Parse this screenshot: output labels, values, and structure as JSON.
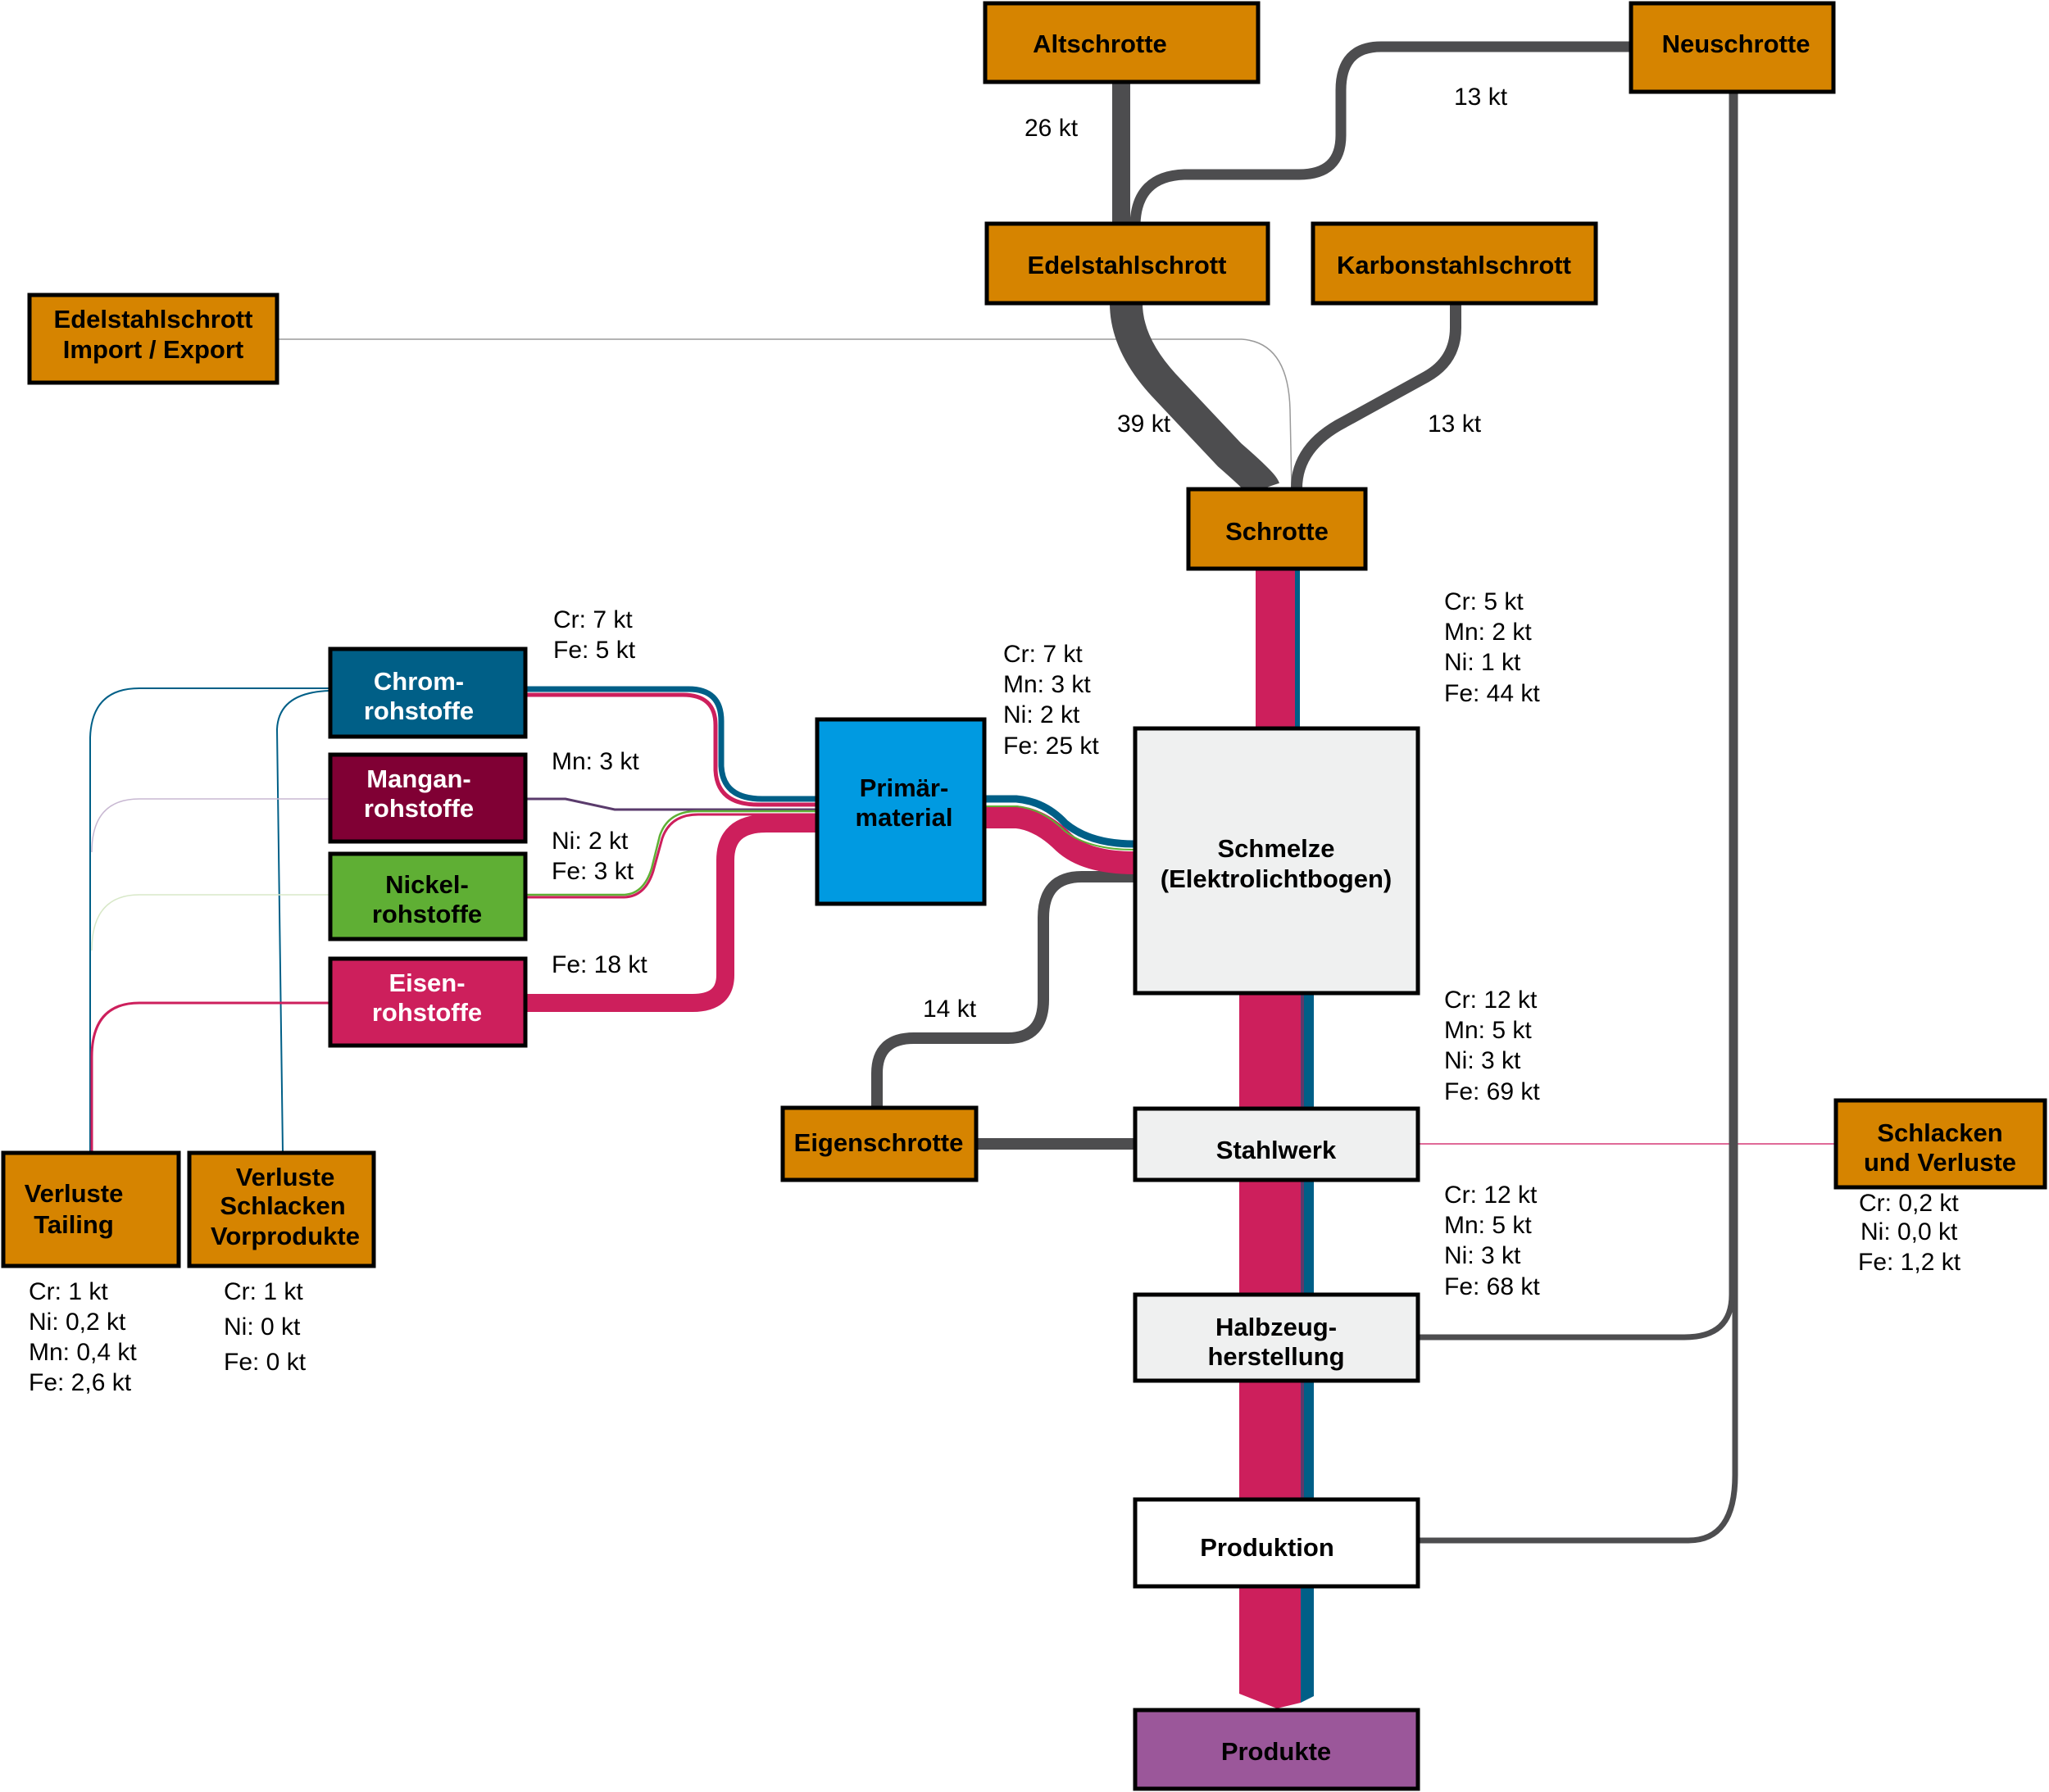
{
  "colors": {
    "scrap_box": "#d68400",
    "scrap_flow": "#4d4d4f",
    "chrom": "#005f87",
    "mangan": "#800034",
    "nickel": "#5faf34",
    "eisen": "#cd1f5c",
    "primaer": "#009ae1",
    "process": "#eff0f0",
    "produktion": "#ffffff",
    "produkte": "#9b579a",
    "mn_line": "#5a3b6c",
    "import_line": "#9a9a9a"
  },
  "nodes": {
    "altschrotte": "Altschrotte",
    "neuschrotte": "Neuschrotte",
    "edelstahlschrott": "Edelstahlschrott",
    "karbonstahlschrott": "Karbonstahlschrott",
    "import_export": [
      "Edelstahlschrott",
      "Import / Export"
    ],
    "schrotte": "Schrotte",
    "chrom": [
      "Chrom-",
      "rohstoffe"
    ],
    "mangan": [
      "Mangan-",
      "rohstoffe"
    ],
    "nickel": [
      "Nickel-",
      "rohstoffe"
    ],
    "eisen": [
      "Eisen-",
      "rohstoffe"
    ],
    "primaer": [
      "Primär-",
      "material"
    ],
    "schmelze": [
      "Schmelze",
      "(Elektrolichtbogen)"
    ],
    "eigenschrotte": "Eigenschrotte",
    "stahlwerk": "Stahlwerk",
    "halbzeug": [
      "Halbzeug-",
      "herstellung"
    ],
    "produktion": "Produktion",
    "produkte": "Produkte",
    "schlacken": [
      "Schlacken",
      "und Verluste"
    ],
    "verluste_tailing": [
      "Verluste",
      "Tailing"
    ],
    "verluste_schlacken": [
      "Verluste",
      "Schlacken",
      "Vorprodukte"
    ]
  },
  "flows": {
    "alt_to_edel": "26 kt",
    "neu_to_edel": "13 kt",
    "edel_to_schrotte": "39 kt",
    "karbon_to_schrotte": "13 kt",
    "chrom_out": [
      "Cr: 7 kt",
      "Fe: 5 kt"
    ],
    "mangan_out": [
      "Mn: 3 kt"
    ],
    "nickel_out": [
      "Ni: 2 kt",
      "Fe: 3 kt"
    ],
    "eisen_out": [
      "Fe: 18 kt"
    ],
    "primaer_out": [
      "Cr: 7 kt",
      "Mn: 3 kt",
      "Ni: 2 kt",
      "Fe: 25 kt"
    ],
    "schrotte_out": [
      "Cr: 5 kt",
      "Mn: 2 kt",
      "Ni: 1 kt",
      "Fe: 44 kt"
    ],
    "eigen_to_schmelze": "14 kt",
    "schmelze_out": [
      "Cr: 12 kt",
      "Mn: 5 kt",
      "Ni: 3 kt",
      "Fe: 69 kt"
    ],
    "stahlwerk_out": [
      "Cr: 12 kt",
      "Mn: 5 kt",
      "Ni: 3 kt",
      "Fe: 68 kt"
    ],
    "schlacken_values": [
      "Cr: 0,2 kt",
      "Ni: 0,0 kt",
      "Fe: 1,2 kt"
    ],
    "tailing_values": [
      "Cr: 1 kt",
      "Ni: 0,2 kt",
      "Mn: 0,4 kt",
      "Fe: 2,6 kt"
    ],
    "vorprodukte_values": [
      "Cr: 1 kt",
      "Ni: 0 kt",
      "Fe: 0 kt"
    ]
  }
}
